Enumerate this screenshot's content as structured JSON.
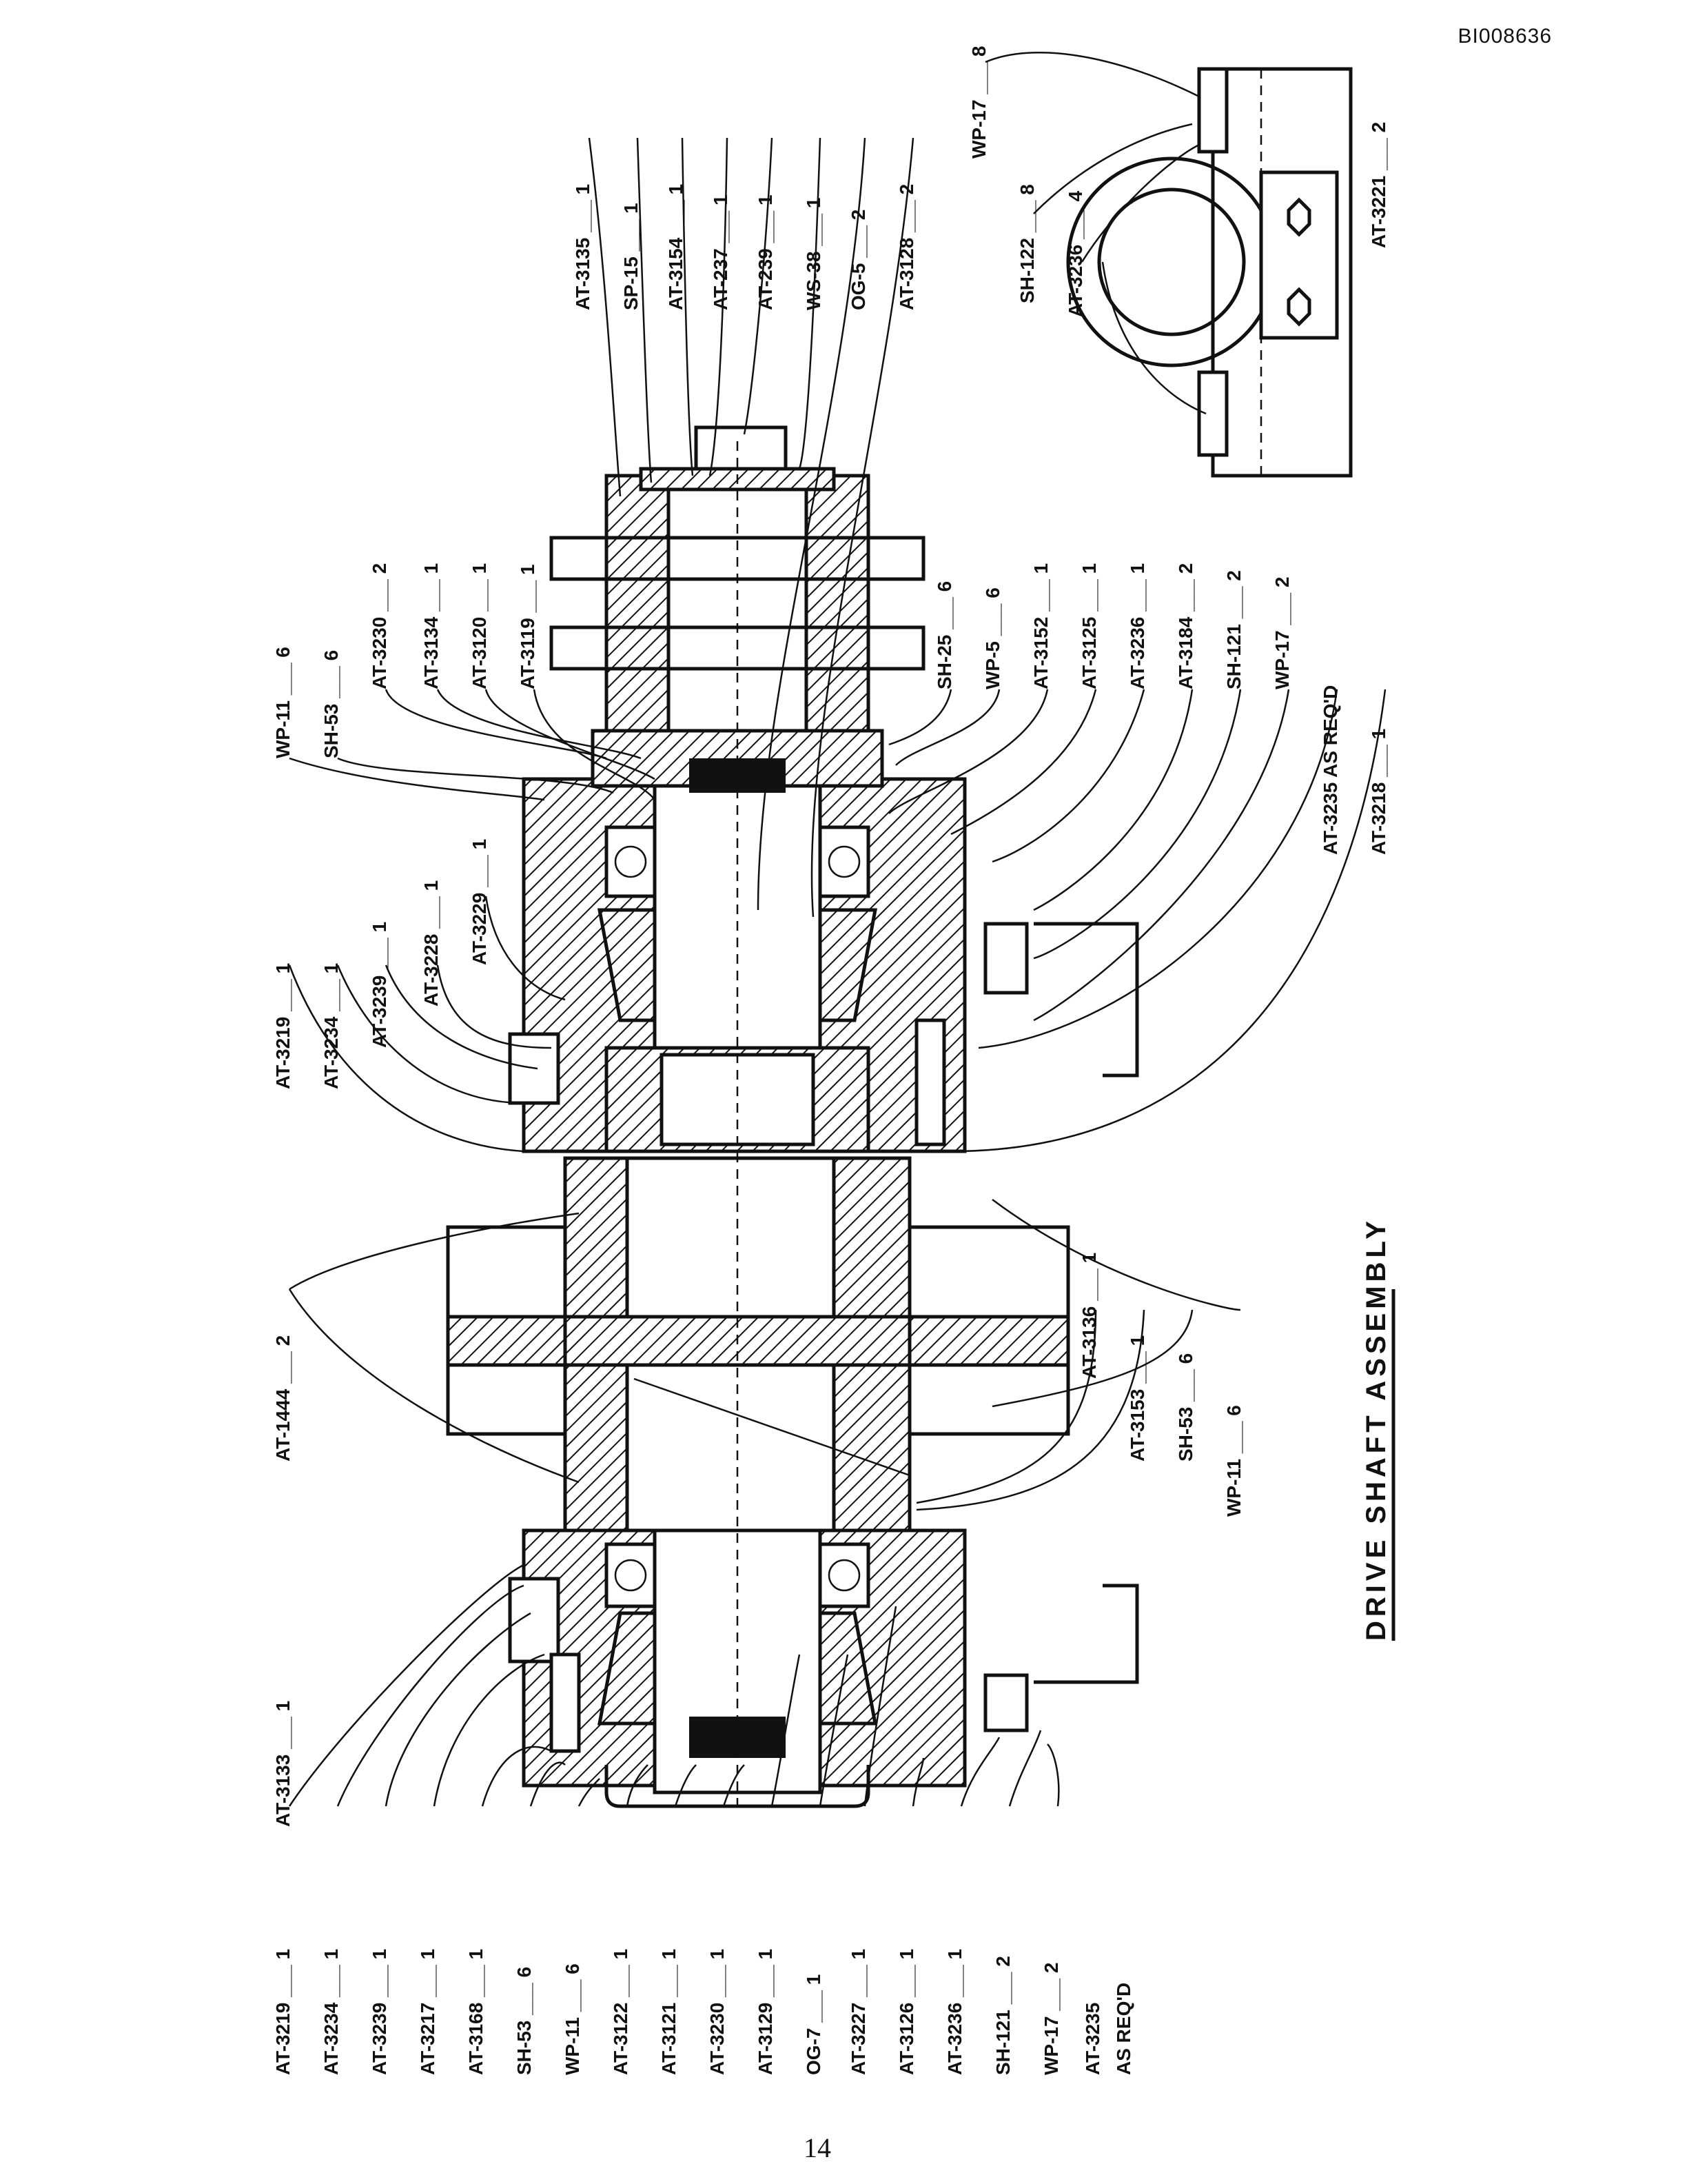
{
  "document": {
    "doc_id": "BI008636",
    "page_number": "14",
    "title": "DRIVE SHAFT ASSEMBLY"
  },
  "callouts_top": [
    "AT-3135 ___ 1",
    "SP-15 ___ 1",
    "AT-3154 ___ 1",
    "AT-237 ___ 1",
    "AT-239 ___ 1",
    "WS-38 ___ 1",
    "OG-5 ___ 2",
    "AT-3128 ___ 2",
    "WP-11 ___ 6",
    "SH-53 ___ 6",
    "AT-3230 ___ 2",
    "AT-3134 ___ 1",
    "AT-3120 ___ 1",
    "AT-3119 ___ 1",
    "SH-25 ___ 6",
    "WP-5 ___ 6",
    "AT-3152 ___ 1",
    "AT-3125 ___ 1",
    "AT-3236 ___ 1",
    "AT-3184 ___ 2",
    "SH-121 ___ 2",
    "WP-17 ___ 2",
    "AT-3235 AS REQ'D",
    "AT-3218 ___ 1",
    "AT-3219 ___ 1",
    "AT-3234 ___ 1",
    "AT-3239 ___ 1",
    "AT-3228 ___ 1",
    "AT-3229 ___ 1",
    "AT-1444 ___ 2",
    "AT-3136 ___ 1",
    "AT-3153 ___ 1",
    "SH-53 ___ 6",
    "WP-11 ___ 6",
    "AT-3133 ___ 1"
  ],
  "callouts_inset": [
    "WP-17 ___ 8",
    "SH-122 ___ 8",
    "AT-3236 ___ 4",
    "AT-3221 ___ 2"
  ],
  "callouts_bottom": [
    "AT-3219 ___ 1",
    "AT-3234 ___ 1",
    "AT-3239 ___ 1",
    "AT-3217 ___ 1",
    "AT-3168 ___ 1",
    "SH-53 ___ 6",
    "WP-11 ___ 6",
    "AT-3122 ___ 1",
    "AT-3121 ___ 1",
    "AT-3230 ___ 1",
    "AT-3129 ___ 1",
    "OG-7 ___ 1",
    "AT-3227 ___ 1",
    "AT-3126 ___ 1",
    "AT-3236 ___ 1",
    "SH-121 ___ 2",
    "WP-17 ___ 2",
    "AT-3235",
    "AS REQ'D"
  ]
}
